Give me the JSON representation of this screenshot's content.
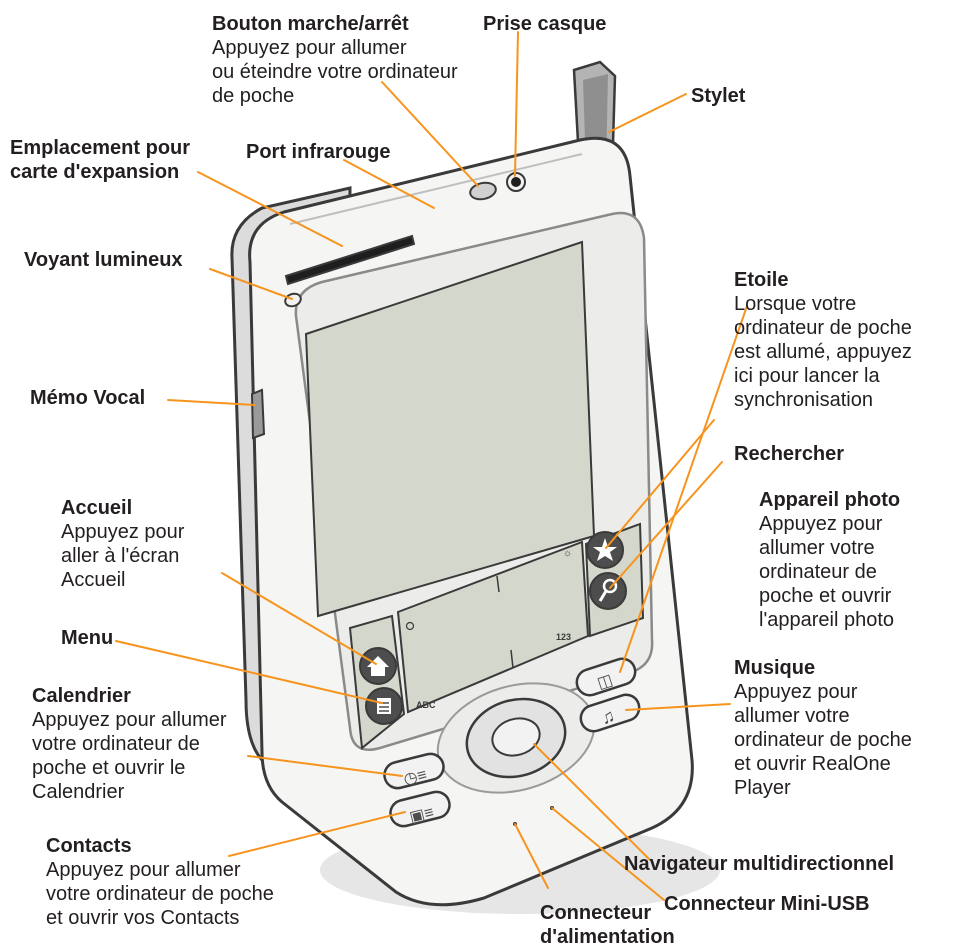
{
  "colors": {
    "leader": "#f7941d",
    "body": "#f5f5f3",
    "outline": "#3a3a3a",
    "screen": "#d4d7cc",
    "icon_fill": "#4d4d4d",
    "shadow": "#e6e6e6"
  },
  "labels": {
    "power": {
      "title": "Bouton marche/arrêt",
      "lines": [
        "Appuyez pour allumer",
        "ou éteindre votre ordinateur",
        "de poche"
      ]
    },
    "headphone": {
      "title": "Prise casque"
    },
    "stylus": {
      "title": "Stylet"
    },
    "expansion": {
      "title_lines": [
        "Emplacement pour",
        "carte d'expansion"
      ]
    },
    "infrared": {
      "title": "Port infrarouge"
    },
    "led": {
      "title": "Voyant lumineux"
    },
    "voice_memo": {
      "title": "Mémo Vocal"
    },
    "star": {
      "title": "Etoile",
      "lines": [
        "Lorsque votre",
        "ordinateur de poche",
        "est allumé, appuyez",
        "ici pour lancer la",
        "synchronisation"
      ]
    },
    "find": {
      "title": "Rechercher"
    },
    "camera": {
      "title": "Appareil photo",
      "lines": [
        "Appuyez pour",
        "allumer votre",
        "ordinateur de",
        "poche et ouvrir",
        "l'appareil photo"
      ]
    },
    "home": {
      "title": "Accueil",
      "lines": [
        "Appuyez pour",
        "aller à l'écran",
        "Accueil"
      ]
    },
    "menu": {
      "title": "Menu"
    },
    "music": {
      "title": "Musique",
      "lines": [
        "Appuyez pour",
        "allumer votre",
        "ordinateur de poche",
        "et ouvrir RealOne",
        "Player"
      ]
    },
    "calendar": {
      "title": "Calendrier",
      "lines": [
        "Appuyez pour allumer",
        "votre ordinateur de",
        "poche et ouvrir le",
        "Calendrier"
      ]
    },
    "navigator": {
      "title": "Navigateur multidirectionnel"
    },
    "mini_usb": {
      "title": "Connecteur Mini-USB"
    },
    "contacts": {
      "title": "Contacts",
      "lines": [
        "Appuyez pour allumer",
        "votre ordinateur de poche",
        "et ouvrir vos Contacts"
      ]
    },
    "power_connector": {
      "title_lines": [
        "Connecteur",
        "d'alimentation"
      ]
    }
  },
  "graffiti": {
    "abc": "ABC",
    "num": "123"
  }
}
